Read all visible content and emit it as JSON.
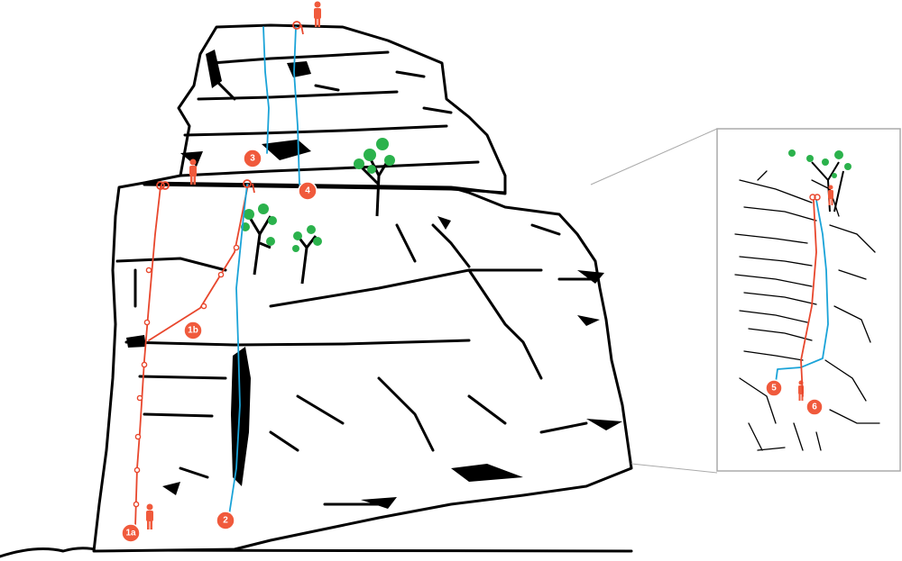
{
  "colors": {
    "red_route": "#e8472d",
    "blue_route": "#1aa3d8",
    "marker": "#f05a3c",
    "tree": "#2bb24c",
    "inset_border": "#aaaaaa"
  },
  "markers": [
    {
      "id": "1a",
      "label": "1a"
    },
    {
      "id": "1b",
      "label": "1b"
    },
    {
      "id": "2",
      "label": "2"
    },
    {
      "id": "3",
      "label": "3"
    },
    {
      "id": "4",
      "label": "4"
    },
    {
      "id": "5",
      "label": "5"
    },
    {
      "id": "6",
      "label": "6"
    }
  ],
  "icons": [
    "person-icon",
    "anchor-icon",
    "tree-icon"
  ]
}
